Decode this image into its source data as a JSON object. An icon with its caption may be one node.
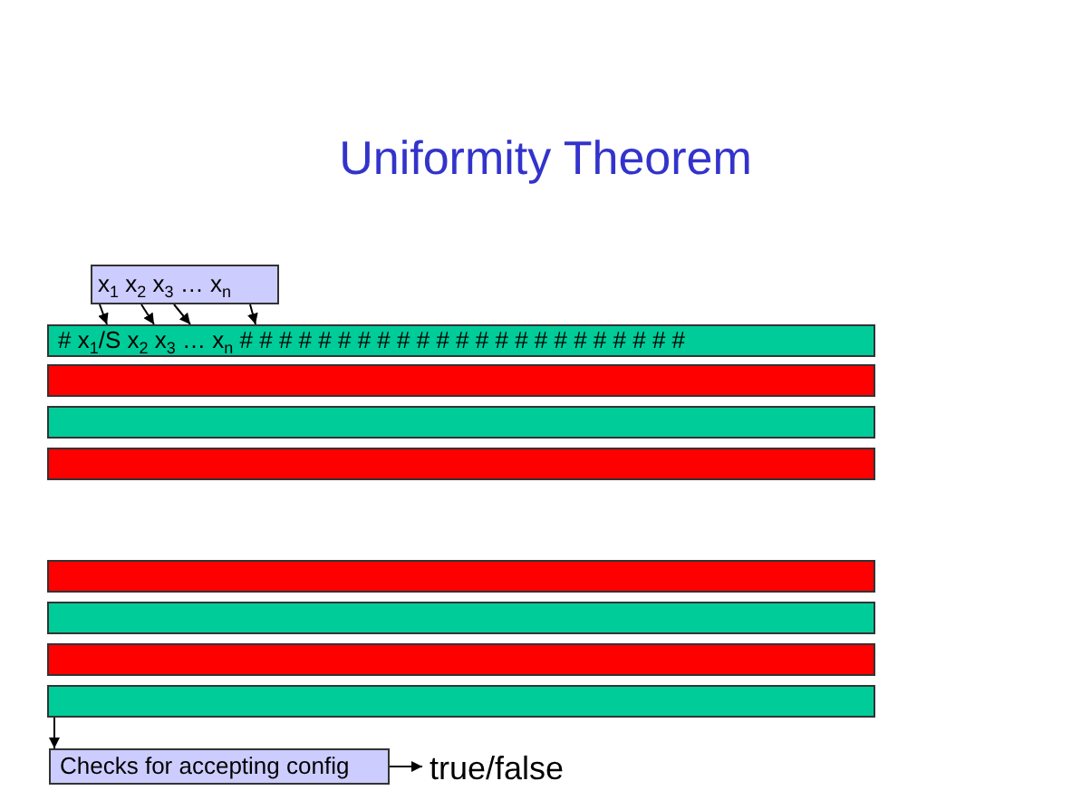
{
  "diagram": {
    "title": "Uniformity Theorem",
    "nodes": [
      {
        "text": [
          "x$_{1}$ x$_{2}$ x$_{3}$ … x$_{n}$"
        ]
      },
      {
        "text": [
          "# x$_{1}$/S x$_{2}$ x$_{3}$ … x$_{n}$ # # # # # # # # # # # # # # # # # # # # # # #"
        ]
      },
      {
        "text": [],
        "shape": "bar"
      },
      {
        "text": [],
        "shape": "bar"
      },
      {
        "text": [],
        "shape": "bar"
      },
      {
        "text": [],
        "shape": "bar"
      },
      {
        "text": [],
        "shape": "bar"
      },
      {
        "text": [],
        "shape": "bar"
      },
      {
        "text": [],
        "shape": "bar"
      },
      {
        "text": [
          "Checks for accepting config"
        ]
      },
      {
        "text": [
          "true/false"
        ]
      }
    ],
    "edges": [
      {
        "from": 0,
        "to": 1,
        "arrow": "to"
      },
      {
        "from": 0,
        "to": 1,
        "arrow": "to"
      },
      {
        "from": 0,
        "to": 1,
        "arrow": "to"
      },
      {
        "from": 0,
        "to": 1,
        "arrow": "to"
      },
      {
        "from": 8,
        "to": 9,
        "arrow": "to"
      },
      {
        "from": 9,
        "to": 10,
        "arrow": "to"
      }
    ]
  }
}
